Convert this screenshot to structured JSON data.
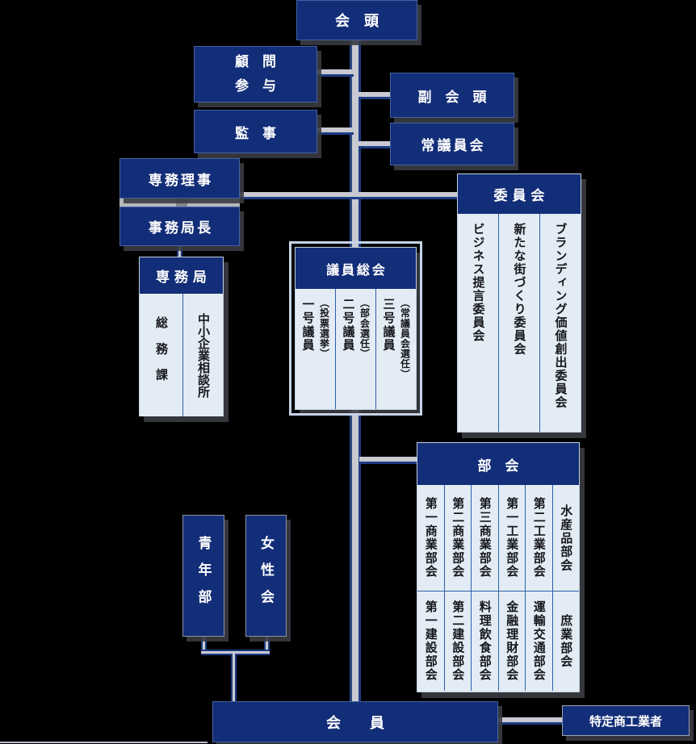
{
  "nodes": {
    "chairman": "会　頭",
    "advisors_line1": "顧　問",
    "advisors_line2": "参　与",
    "auditor": "監　事",
    "vice_chairman": "副　会　頭",
    "standing_council": "常議員会",
    "managing_director": "専務理事",
    "secretary_general": "事務局長",
    "secretariat": "専務局",
    "youth_division": "青年部",
    "women_association": "女性会",
    "members": "会　　員",
    "specified_traders": "特定商工業者"
  },
  "secretariat_divisions": [
    "総務課",
    "中小企業相談所"
  ],
  "assembly": {
    "title": "議員総会",
    "columns": [
      {
        "note": "（投票選挙）",
        "label": "一号議員"
      },
      {
        "note": "（部会選任）",
        "label": "二号議員"
      },
      {
        "note": "（常議員会選任）",
        "label": "三号議員"
      }
    ]
  },
  "committees": {
    "title": "委員会",
    "columns": [
      "ビジネス提言委員会",
      "新たな街づくり委員会",
      "ブランディング価値創出委員会"
    ]
  },
  "sections": {
    "title": "部　会",
    "row1": [
      "第一商業部会",
      "第二商業部会",
      "第三商業部会",
      "第一工業部会",
      "第二工業部会",
      "水産品部会"
    ],
    "row2": [
      "第一建設部会",
      "第二建設部会",
      "料理飲食部会",
      "金融理財部会",
      "運輸交通部会",
      "庶業部会"
    ]
  },
  "colors": {
    "background": "#000000",
    "box_navy": "#132e78",
    "cell_background": "#e3ecf4",
    "cell_border": "#2e5ea8",
    "connector_silver": "#c9cad1",
    "connector_navy": "#1e3c85",
    "text_on_navy": "#ffffff",
    "text_dark": "#15171c"
  }
}
